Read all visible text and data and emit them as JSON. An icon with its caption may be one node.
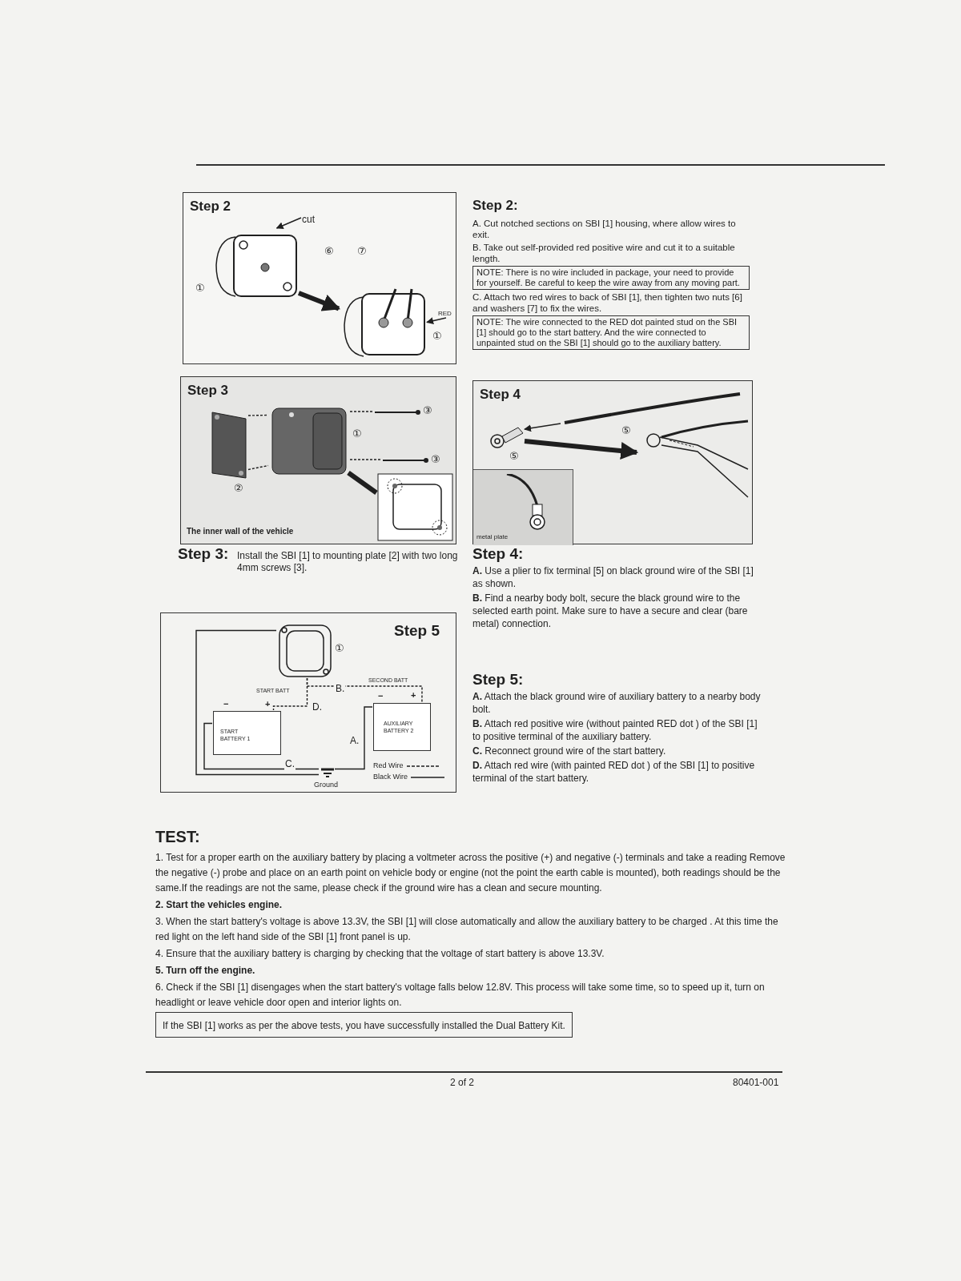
{
  "diagram": {
    "nodes": [
      {
        "text": [
          "Step 2"
        ]
      },
      {
        "text": [],
        "shape": "picture",
        "in": 0
      },
      {
        "text": [
          "cut"
        ],
        "in": 0
      },
      {
        "text": [],
        "shape": "picture",
        "in": 0
      },
      {
        "text": [
          "RED"
        ],
        "in": 0
      },
      {
        "text": [
          "NOTE: There is no wire included in package, your need to provide for yourself. Be careful to keep the wire away from any moving part."
        ]
      },
      {
        "text": [
          "NOTE: The wire connected to the RED dot painted stud on the SBI [1] should go to the start battery. And the wire connected to unpainted stud on the SBI [1] should go to the auxiliary battery."
        ]
      },
      {
        "text": [
          "Step 3"
        ]
      },
      {
        "text": [],
        "shape": "picture",
        "in": 7
      },
      {
        "text": [],
        "shape": "picture",
        "in": 7
      },
      {
        "text": [],
        "shape": "picture",
        "in": 7
      },
      {
        "text": [],
        "shape": "picture",
        "in": 7
      },
      {
        "text": [],
        "shape": "picture",
        "in": 7
      },
      {
        "text": [
          "Step 4"
        ]
      },
      {
        "text": [],
        "shape": "picture",
        "in": 13
      },
      {
        "text": [],
        "shape": "picture",
        "in": 13
      },
      {
        "text": [],
        "shape": "picture",
        "in": 13
      },
      {
        "text": [
          "metal plate"
        ],
        "in": 13
      },
      {
        "text": [
          "Step 5"
        ]
      },
      {
        "text": [],
        "shape": "picture",
        "in": 18
      },
      {
        "text": [
          "START BATTERY 1"
        ],
        "in": 18
      },
      {
        "text": [
          "AUXILIARY BATTERY 2"
        ],
        "in": 18
      },
      {
        "text": [],
        "shape": "picture",
        "in": 18,
        "beside": [
          "Ground"
        ]
      },
      {
        "text": [
          "If the SBI [1] works as per the above tests, you have successfully installed the Dual Battery Kit."
        ]
      }
    ],
    "edges": [
      {
        "from": 2,
        "to": 1,
        "arrow": "to"
      },
      {
        "from": 1,
        "to": 3,
        "arrow": "to",
        "style": "thick"
      },
      {
        "from": 4,
        "to": 3,
        "arrow": "to"
      },
      {
        "from": 8,
        "to": 9,
        "arrow": "none",
        "style": "dashed"
      },
      {
        "from": 8,
        "to": 9,
        "arrow": "none",
        "style": "dashed"
      },
      {
        "from": 10,
        "to": 9,
        "arrow": "none",
        "style": "dashed"
      },
      {
        "from": 11,
        "to": 9,
        "arrow": "none",
        "style": "dashed"
      },
      {
        "from": 9,
        "to": 12,
        "arrow": "none",
        "style": "thick"
      },
      {
        "from": 14,
        "to": 15,
        "arrow": "to"
      },
      {
        "from": 15,
        "to": 16,
        "arrow": "to",
        "style": "thick"
      },
      {
        "from": 19,
        "to": 20,
        "arrow": "none",
        "style": "dashed",
        "label": "D."
      },
      {
        "from": 19,
        "to": 21,
        "arrow": "none",
        "style": "dashed",
        "label": "B."
      },
      {
        "from": 20,
        "to": 22,
        "arrow": "none",
        "label": "C."
      },
      {
        "from": 21,
        "to": 22,
        "arrow": "none",
        "label": "A."
      },
      {
        "from": 19,
        "to": 22,
        "arrow": "none"
      }
    ],
    "labels": [
      "①",
      "⑥",
      "⑦",
      "①",
      "Step 2:",
      "A. Cut notched sections on SBI [1] housing, where allow wires to exit.",
      "B. Take out self-provided red positive wire and cut it to a suitable length.",
      "C. Attach two red wires to back of SBI [1], then tighten two nuts [6] and washers [7] to fix the wires.",
      "③",
      "①",
      "③",
      "②",
      "The inner wall of the vehicle",
      "⑤",
      "⑤",
      "Step 3:",
      "Install the SBI [1] to mounting plate [2] with two long 4mm screws [3].",
      "Step 4:",
      "**A.** Use a plier to fix terminal [5] on black ground wire of the SBI [1] as shown.",
      "**B.** Find a nearby body bolt, secure the black ground wire to the selected earth point. Make sure to have a secure and clear (bare metal) connection.",
      "①",
      "START BATT",
      "SECOND BATT",
      "−",
      "+",
      "−",
      "+",
      "Step 5:",
      "**A.** Attach the black ground wire of auxiliary battery to a nearby body bolt.",
      "**B.** Attach red positive wire (without painted RED dot ) of the SBI [1] to positive terminal of the auxiliary battery.",
      "**C.** Reconnect ground wire of the start battery.",
      "**D.** Attach red wire (with painted RED dot ) of the SBI [1] to positive terminal of the start battery.",
      "TEST:",
      "1. Test for a proper earth on the auxiliary battery by placing a voltmeter across the positive (+) and negative (-) terminals and take a reading Remove the negative (-) probe and place on an earth point on vehicle body or engine (not the point the earth cable is mounted), both readings should be the same.If the readings are not the same, please check if the ground wire has a clean and secure mounting.",
      "2. Start the vehicles engine.",
      "3. When the start battery's voltage is above 13.3V, the SBI [1] will close automatically and allow the auxiliary battery to be charged . At this time the red light on the left hand side of the SBI [1] front panel is up.",
      "4. Ensure that the auxiliary battery is charging by checking that the voltage of start battery is above 13.3V.",
      "5. Turn off the engine.",
      "6. Check if the SBI [1] disengages when the start battery's voltage falls below 12.8V. This process will take some time, so to speed up it, turn on headlight or leave vehicle door open and interior lights on.",
      "2 of 2",
      "80401-001"
    ],
    "legend": [
      {
        "text": "Red Wire"
      },
      {
        "text": "Black Wire"
      }
    ]
  }
}
